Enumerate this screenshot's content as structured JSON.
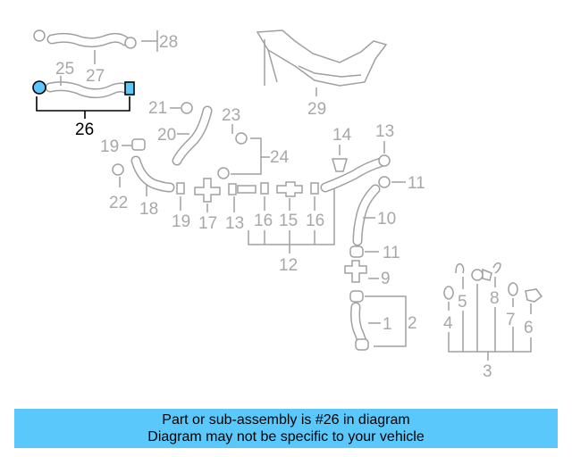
{
  "diagram": {
    "callouts": {
      "c1": "1",
      "c2": "2",
      "c3": "3",
      "c4": "4",
      "c5": "5",
      "c6": "6",
      "c7": "7",
      "c8": "8",
      "c9": "9",
      "c10": "10",
      "c11a": "11",
      "c11b": "11",
      "c12": "12",
      "c13a": "13",
      "c13b": "13",
      "c14": "14",
      "c15": "15",
      "c16a": "16",
      "c16b": "16",
      "c17": "17",
      "c18": "18",
      "c19a": "19",
      "c19b": "19",
      "c20": "20",
      "c21": "21",
      "c22": "22",
      "c23": "23",
      "c24": "24",
      "c25": "25",
      "c26": "26",
      "c27": "27",
      "c28": "28",
      "c29": "29"
    },
    "highlighted_part": "26",
    "highlight_color": "#5ac8fa",
    "line_color": "#a0a0a0"
  },
  "banner": {
    "line1": "Part or sub-assembly is #26 in diagram",
    "line2": "Diagram may not be specific to your vehicle",
    "color": "#5ac8fa"
  }
}
